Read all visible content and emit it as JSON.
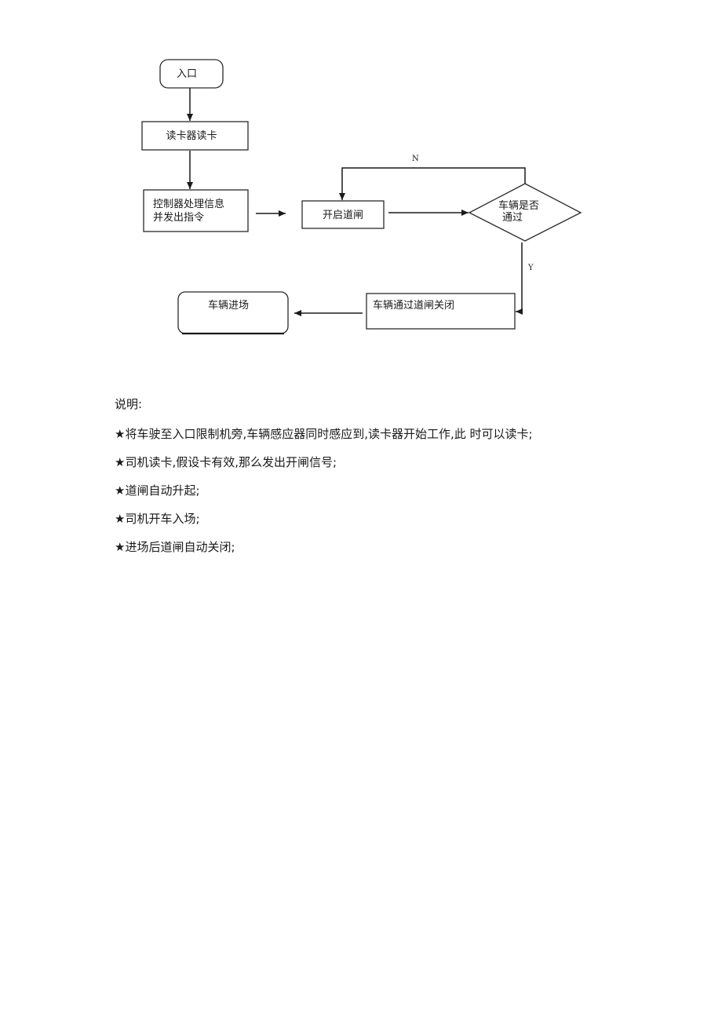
{
  "flowchart": {
    "nodes": {
      "entrance": "入口",
      "read_card": "读卡器读卡",
      "controller_line1": "控制器处理信息",
      "controller_line2": "并发出指令",
      "open_gate": "开启道闸",
      "decision_line1": "车辆是否",
      "decision_line2": "通过",
      "gate_close": "车辆通过道闸关闭",
      "vehicle_enter": "车辆进场"
    },
    "edge_labels": {
      "no": "N",
      "yes": "Y"
    }
  },
  "notes": {
    "heading": "说明:",
    "items": [
      "★将车驶至入口限制机旁,车辆感应器同时感应到,读卡器开始工作,此 时可以读卡;",
      "★司机读卡,假设卡有效,那么发出开闸信号;",
      "★道闸自动升起;",
      "★司机开车入场;",
      "★进场后道闸自动关闭;"
    ]
  }
}
